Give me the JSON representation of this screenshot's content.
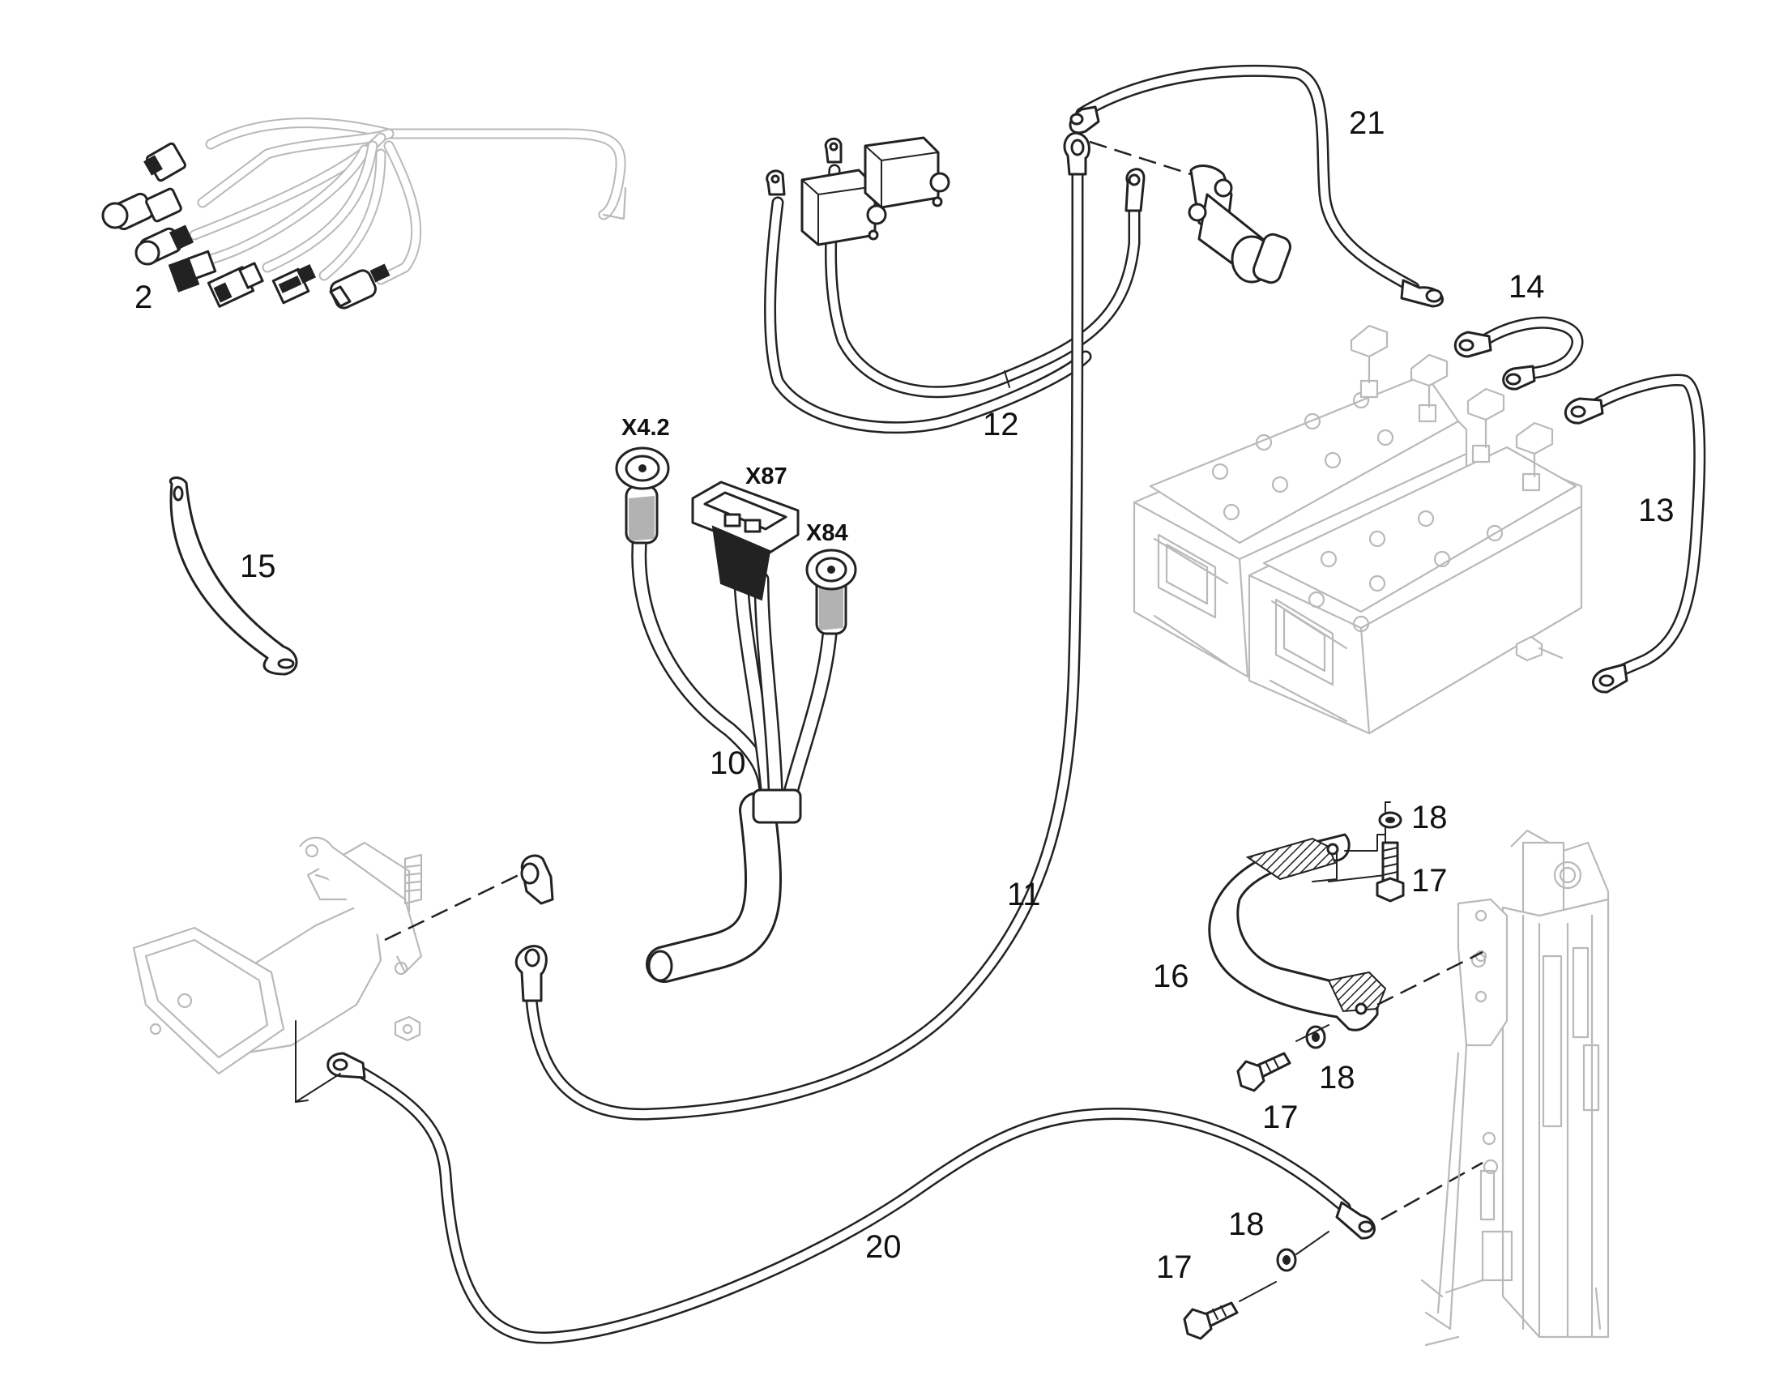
{
  "callouts": {
    "c2": "2",
    "c10": "10",
    "c11": "11",
    "c12": "12",
    "c13": "13",
    "c14": "14",
    "c15": "15",
    "c16": "16",
    "c17a": "17",
    "c17b": "17",
    "c17c": "17",
    "c18a": "18",
    "c18b": "18",
    "c18c": "18",
    "c20": "20",
    "c21": "21"
  },
  "connectors": {
    "x42": "X4.2",
    "x87": "X87",
    "x84": "X84"
  }
}
